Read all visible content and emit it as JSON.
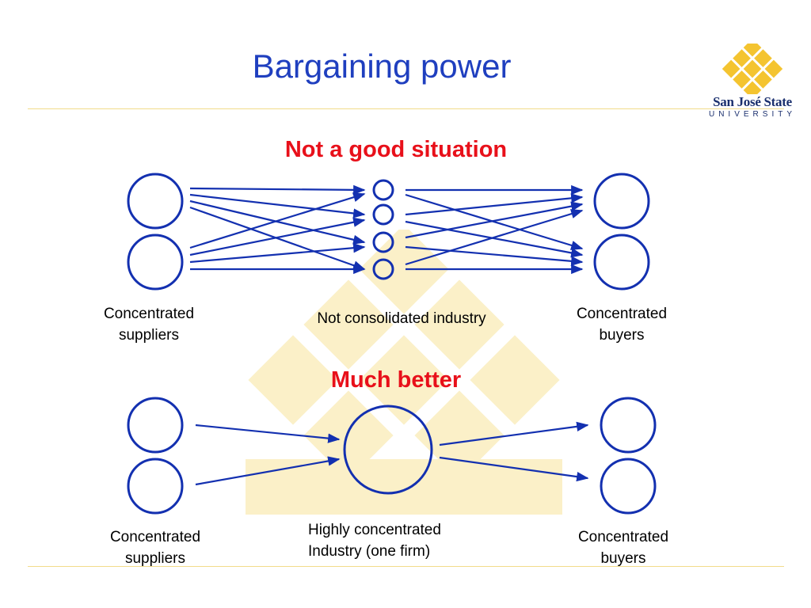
{
  "slide": {
    "title": "Bargaining power",
    "logo": {
      "name": "San José State",
      "subtitle": "UNIVERSITY"
    }
  },
  "panel_top": {
    "heading": "Not a good situation",
    "left_label": [
      "Concentrated",
      "suppliers"
    ],
    "middle_label": "Not consolidated industry",
    "right_label": [
      "Concentrated",
      "buyers"
    ]
  },
  "panel_bottom": {
    "heading": "Much better",
    "left_label": [
      "Concentrated",
      "suppliers"
    ],
    "middle_label": [
      "Highly concentrated",
      "Industry (one firm)"
    ],
    "right_label": [
      "Concentrated",
      "buyers"
    ]
  },
  "colors": {
    "title": "#1f3fbf",
    "heading": "#e8101a",
    "shape": "#1330b0",
    "rule": "#f2dc8a",
    "watermark": "#fbefc2",
    "logo_gold": "#f4c430"
  }
}
